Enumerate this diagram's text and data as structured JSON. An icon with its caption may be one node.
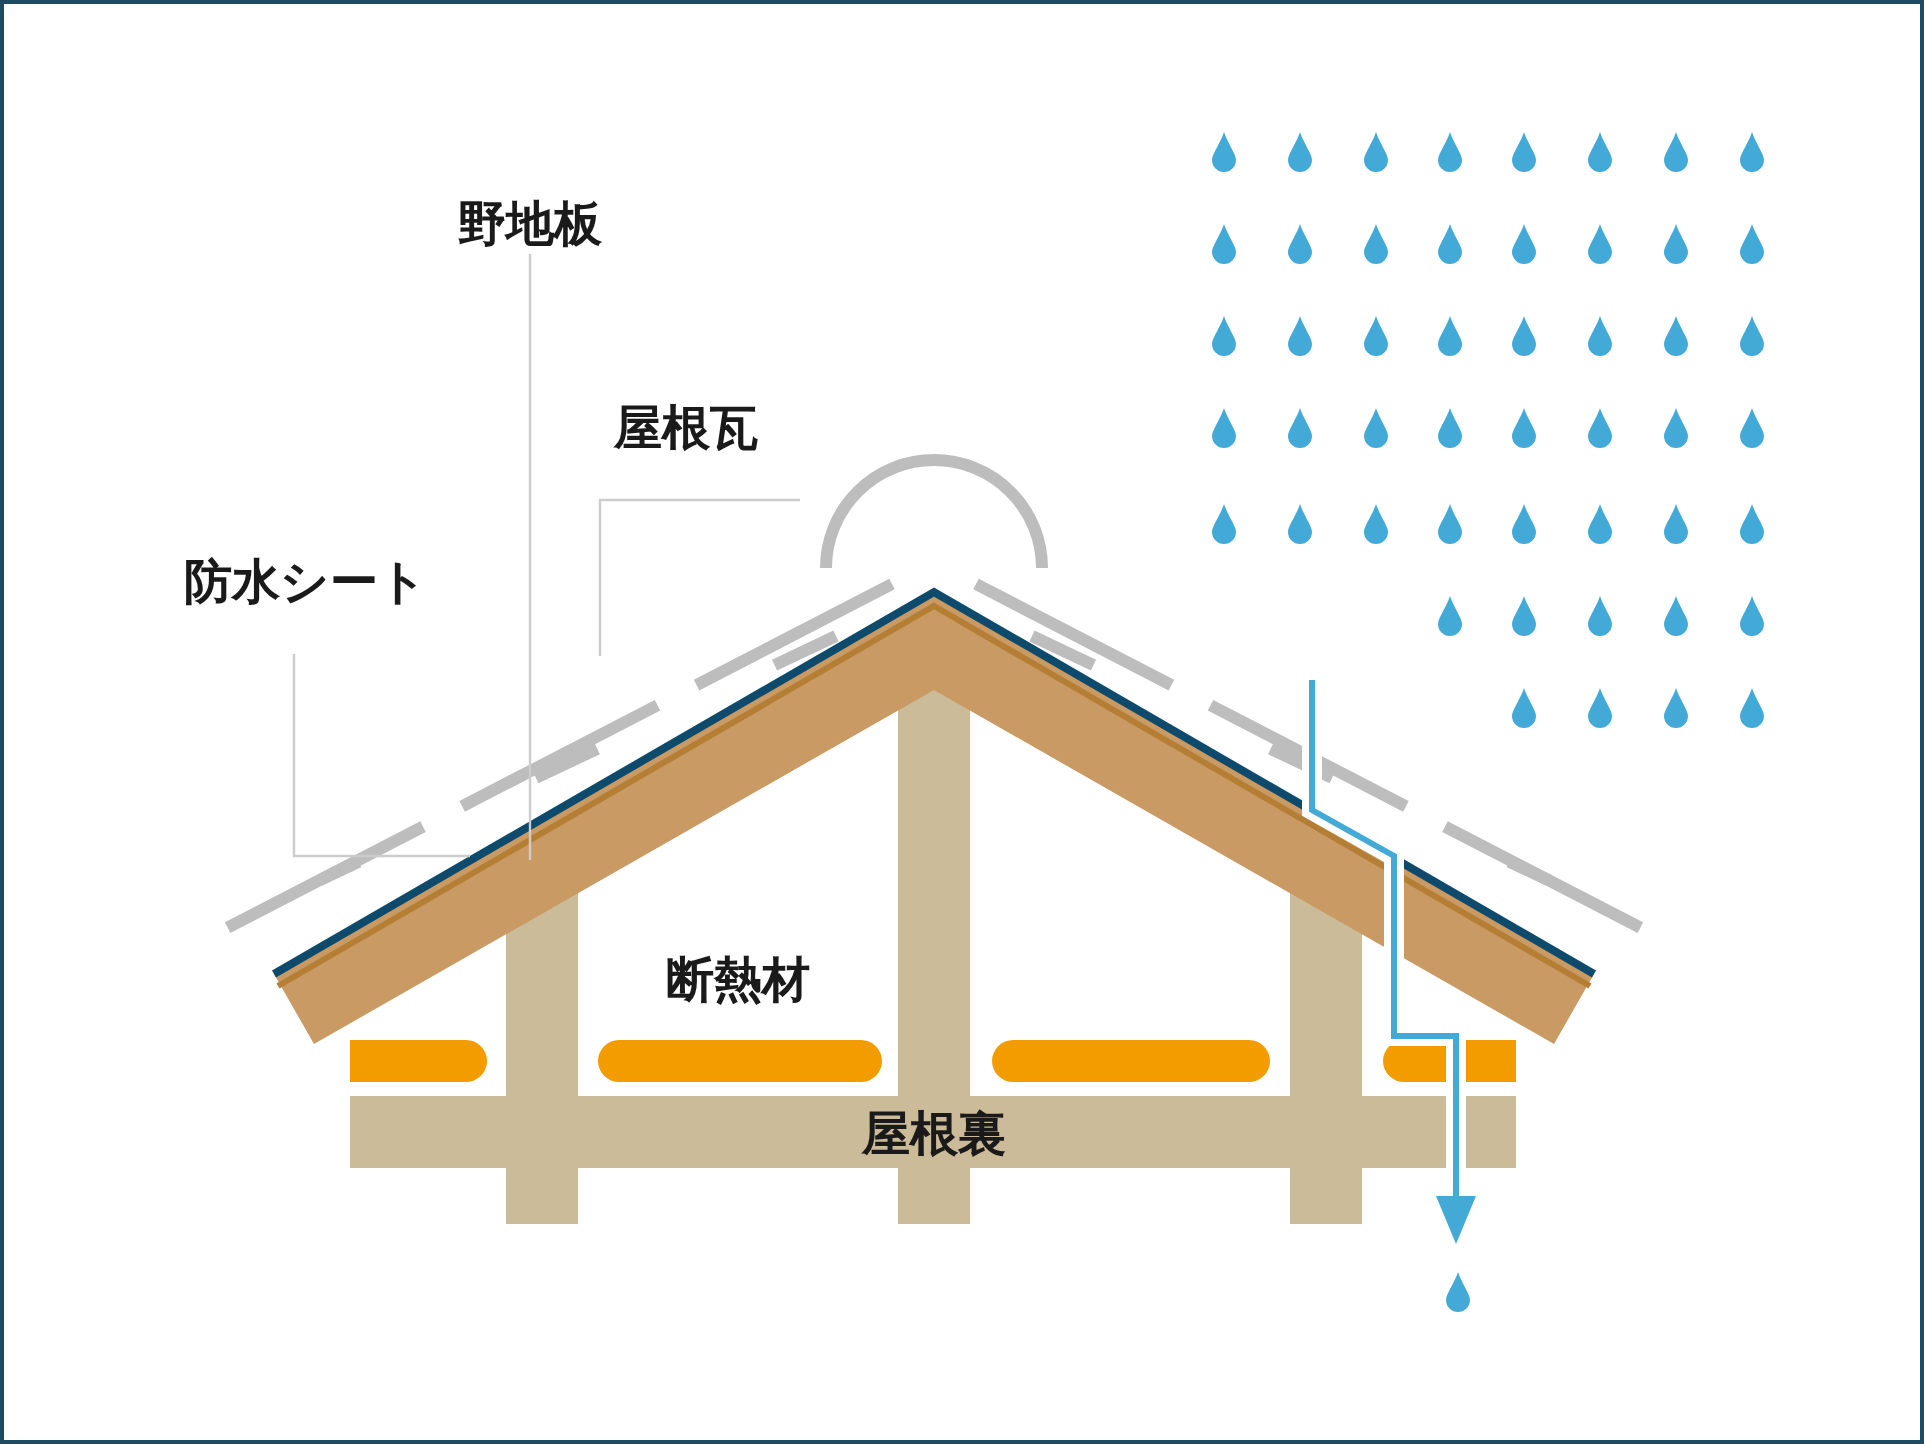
{
  "diagram": {
    "nodes": [
      {
        "text": [
          "野地板"
        ]
      },
      {
        "text": [
          "屋根瓦"
        ]
      },
      {
        "text": [
          "防水シート"
        ]
      }
    ],
    "edges": [
      {
        "from": 0,
        "to": null,
        "arrow": "none"
      },
      {
        "from": 1,
        "to": null,
        "arrow": "none"
      },
      {
        "from": 2,
        "to": null,
        "arrow": "none"
      }
    ],
    "labels": [
      "断熱材",
      "屋根裏"
    ]
  }
}
